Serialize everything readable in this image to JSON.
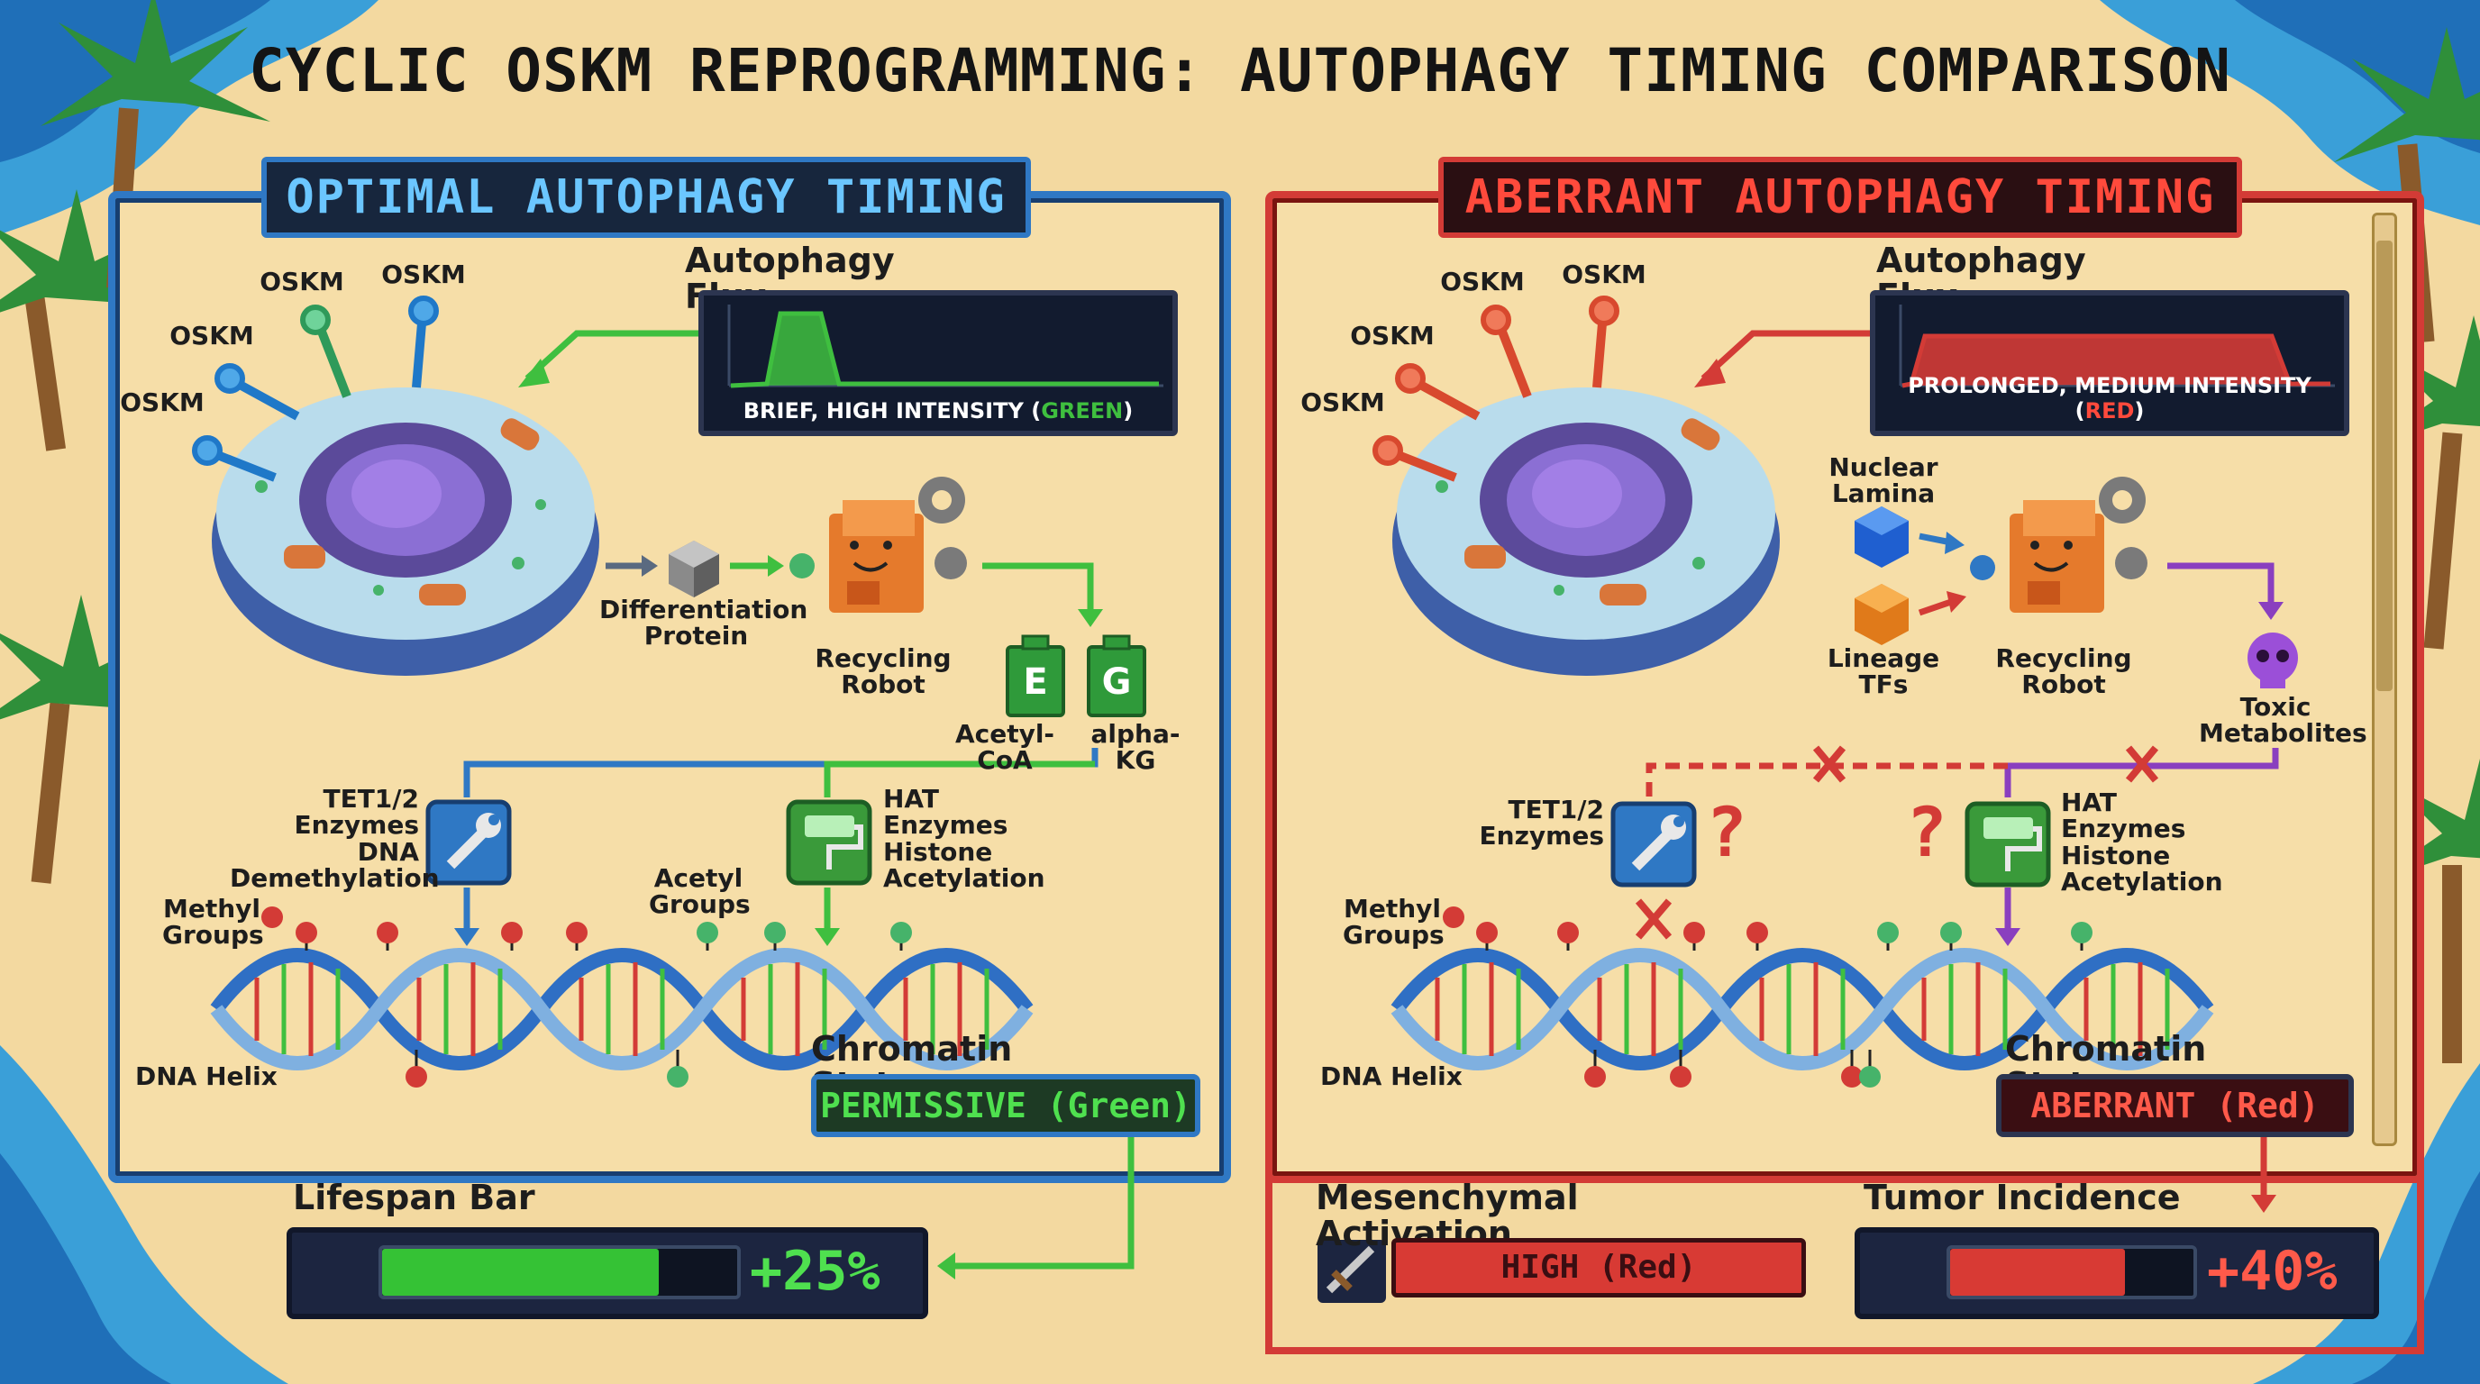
{
  "title": "CYCLIC OSKM REPROGRAMMING: AUTOPHAGY TIMING COMPARISON",
  "colors": {
    "optimal": "#2f78c4",
    "aberrant": "#d33b36",
    "green": "#3fbf3f",
    "purple": "#8a3fbf"
  },
  "left": {
    "banner": "OPTIMAL AUTOPHAGY TIMING",
    "oskm": [
      "OSKM",
      "OSKM",
      "OSKM",
      "OSKM"
    ],
    "flux_title": "Autophagy Flux",
    "flux_caption_main": "BRIEF, HIGH INTENSITY (",
    "flux_caption_color": "GREEN",
    "flux_caption_end": ")",
    "differentiation": "Differentiation Protein",
    "robot": "Recycling Robot",
    "can_e": "E",
    "can_g": "G",
    "acetyl_coa": "Acetyl-CoA",
    "alpha_kg": "alpha-KG",
    "tet": "TET1/2 Enzymes DNA Demethylation",
    "hat": "HAT Enzymes Histone Acetylation",
    "methyl": "Methyl Groups",
    "acetyl_groups": "Acetyl Groups",
    "dna": "DNA Helix",
    "chromatin_title": "Chromatin State",
    "chromatin_state": "PERMISSIVE (Green)",
    "lifespan_title": "Lifespan Bar",
    "lifespan_value": "+25%",
    "lifespan_fill": 0.78
  },
  "right": {
    "banner": "ABERRANT AUTOPHAGY TIMING",
    "oskm": [
      "OSKM",
      "OSKM",
      "OSKM",
      "OSKM"
    ],
    "flux_title": "Autophagy Flux",
    "flux_caption_main": "PROLONGED, MEDIUM INTENSITY (",
    "flux_caption_color": "RED",
    "flux_caption_end": ")",
    "nuclear_lamina": "Nuclear Lamina",
    "lineage_tfs": "Lineage TFs",
    "robot": "Recycling Robot",
    "toxic": "Toxic Metabolites",
    "tet": "TET1/2 Enzymes",
    "hat": "HAT Enzymes Histone Acetylation",
    "methyl": "Methyl Groups",
    "dna": "DNA Helix",
    "chromatin_title": "Chromatin State",
    "chromatin_state": "ABERRANT (Red)",
    "mesenchymal_title": "Mesenchymal Activation",
    "mesenchymal_value": "HIGH (Red)",
    "tumor_title": "Tumor Incidence",
    "tumor_value": "+40%",
    "tumor_fill": 0.72
  }
}
